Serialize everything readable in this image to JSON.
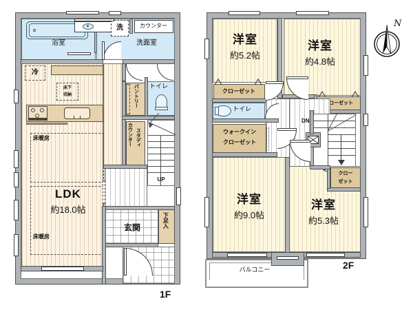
{
  "document": {
    "type": "real-estate-floor-plan",
    "floors": [
      "1F",
      "2F"
    ]
  },
  "floor1": {
    "tag": "1F",
    "rooms": [
      {
        "name": "bathroom",
        "label": "浴室",
        "kind": "wet"
      },
      {
        "name": "washroom",
        "label": "洗面室",
        "kind": "wet"
      },
      {
        "name": "toilet",
        "label": "トイレ",
        "kind": "wet"
      },
      {
        "name": "ldk",
        "label": "LDK",
        "area": "約18.0帖",
        "kind": "living"
      },
      {
        "name": "entrance",
        "label": "玄関",
        "kind": "tile"
      }
    ],
    "fixtures": [
      {
        "name": "washer-space",
        "label": "洗"
      },
      {
        "name": "counter",
        "label": "カウンター"
      },
      {
        "name": "refrigerator-space",
        "label": "冷"
      },
      {
        "name": "underfloor-storage",
        "label": "床下収納"
      },
      {
        "name": "pantry",
        "label": "パントリー"
      },
      {
        "name": "study-counter",
        "label": "スタディカウンター"
      },
      {
        "name": "shoe-cabinet",
        "label": "下足入"
      },
      {
        "name": "floor-heating-upper",
        "label": "床暖房"
      },
      {
        "name": "floor-heating-lower",
        "label": "床暖房"
      },
      {
        "name": "stair-direction",
        "label": "UP"
      }
    ]
  },
  "floor2": {
    "tag": "2F",
    "rooms": [
      {
        "name": "western-room-5-2",
        "label": "洋室",
        "area": "約5.2帖"
      },
      {
        "name": "western-room-4-8",
        "label": "洋室",
        "area": "約4.8帖"
      },
      {
        "name": "western-room-9-0",
        "label": "洋室",
        "area": "約9.0帖"
      },
      {
        "name": "western-room-5-3",
        "label": "洋室",
        "area": "約5.3帖"
      }
    ],
    "fixtures": [
      {
        "name": "closet-1",
        "label": "クローゼット"
      },
      {
        "name": "closet-2",
        "label": "クローゼット"
      },
      {
        "name": "closet-small",
        "label": "クロー",
        "label2": "ゼット"
      },
      {
        "name": "walk-in-closet",
        "label": "ウォークイン",
        "label2": "クローゼット"
      },
      {
        "name": "toilet",
        "label": "トイレ"
      },
      {
        "name": "balcony",
        "label": "バルコニー"
      },
      {
        "name": "stair-direction",
        "label": "DN"
      }
    ]
  },
  "compass": {
    "name": "compass-rose",
    "north_label": "N"
  },
  "colors": {
    "wall": "#b0b3b5",
    "wall_outline": "#4d5255",
    "living_floor": "#fdf3e2",
    "room_floor": "#fdf7df",
    "wet_area": "#d3e9f7",
    "closet": "#ddc99d",
    "counter": "#e6d3ad",
    "text": "#111111",
    "background": "#ffffff"
  }
}
